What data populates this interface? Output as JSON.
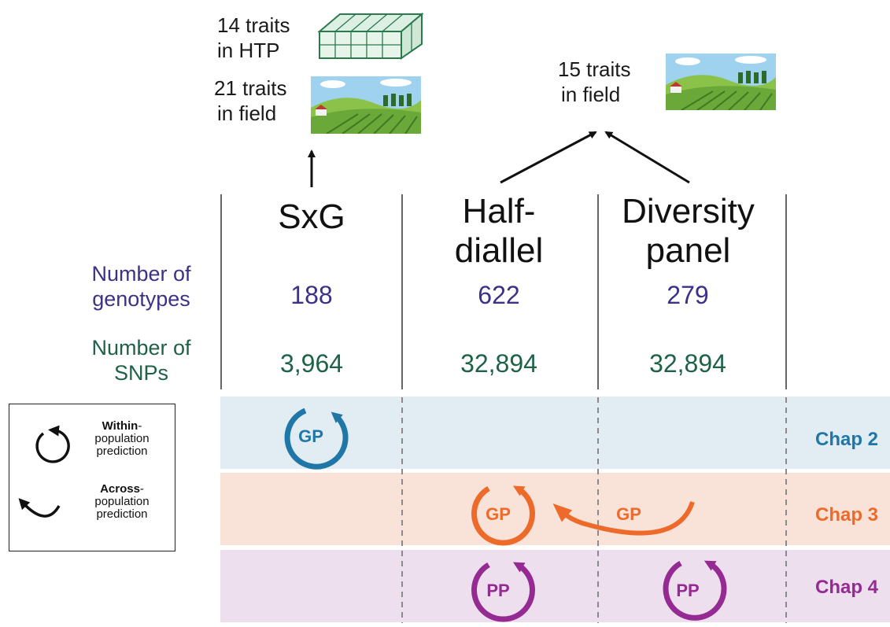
{
  "traits": {
    "htp_count": "14 traits",
    "htp_where": "in HTP",
    "field_count": "21 traits",
    "field_where": "in field",
    "field2_count": "15 traits",
    "field2_where": "in field"
  },
  "populations": {
    "sxg": "SxG",
    "halfdiallel_line1": "Half-",
    "halfdiallel_line2": "diallel",
    "diversity_line1": "Diversity",
    "diversity_line2": "panel"
  },
  "rows": {
    "genotypes_line1": "Number of",
    "genotypes_line2": "genotypes",
    "snps_line1": "Number of",
    "snps_line2": "SNPs"
  },
  "genotypes": [
    "188",
    "622",
    "279"
  ],
  "snps": [
    "3,964",
    "32,894",
    "32,894"
  ],
  "chapters": {
    "chap2": "Chap 2",
    "chap3": "Chap 3",
    "chap4": "Chap 4"
  },
  "badges": {
    "gp": "GP",
    "pp": "PP"
  },
  "legend": {
    "within_bold": "Within",
    "within_dash": "-",
    "within_l2": "population",
    "within_l3": "prediction",
    "across_bold": "Across",
    "across_dash": "-",
    "across_l2": "population",
    "across_l3": "prediction"
  },
  "colors": {
    "chap2": "#1f77a8",
    "chap3": "#ee6a2b",
    "chap4": "#952a93",
    "band2": "#e2edf3",
    "band3": "#f9e2d8",
    "band4": "#eedfee",
    "purple_text": "#3b3288",
    "green_text": "#1e6248"
  }
}
